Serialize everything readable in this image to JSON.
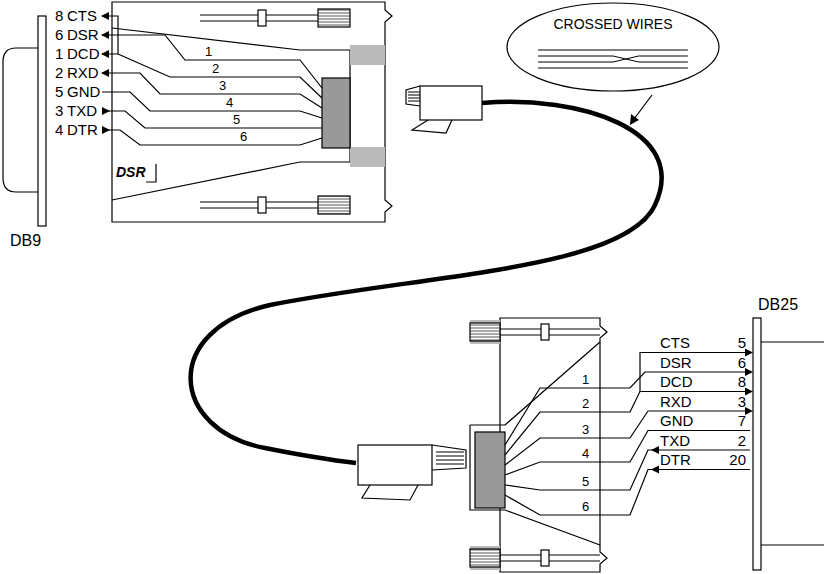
{
  "diagram": {
    "nodes": [
      {
        "text": [
          "CROSSED WIRES"
        ]
      }
    ],
    "labels": [
      "DB9",
      "DSR",
      "8",
      "CTS",
      "6",
      "DSR",
      "1",
      "DCD",
      "2",
      "RXD",
      "5",
      "GND",
      "3",
      "TXD",
      "4",
      "DTR",
      "1",
      "2",
      "3",
      "4",
      "5",
      "6",
      "DB25",
      "CTS",
      "5",
      "DSR",
      "6",
      "DCD",
      "8",
      "RXD",
      "3",
      "GND",
      "7",
      "TXD",
      "2",
      "DTR",
      "20",
      "1",
      "2",
      "3",
      "4",
      "5",
      "6"
    ]
  }
}
